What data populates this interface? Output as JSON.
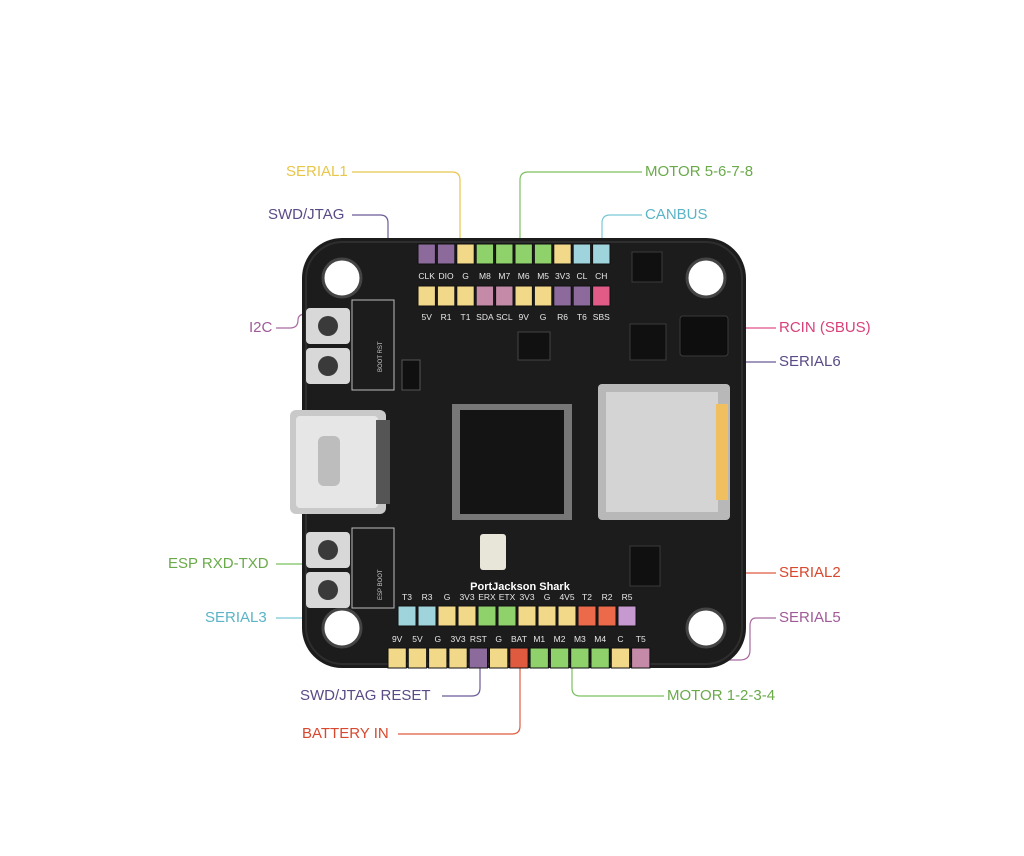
{
  "board_name": "PortJackson Shark",
  "colors": {
    "board": "#1c1c1c",
    "yellow": "#f2d98a",
    "green": "#8fd16a",
    "purple": "#8c6a9c",
    "pink": "#c48aa8",
    "cyan": "#9fd4dc",
    "red": "#e05a40",
    "orange": "#ec6a4a",
    "magenta": "#e25a86",
    "lightpurple": "#c69ad0"
  },
  "pins": {
    "top_outer": [
      "CLK",
      "DIO",
      "G",
      "M8",
      "M7",
      "M6",
      "M5",
      "3V3",
      "CL",
      "CH"
    ],
    "top_inner": [
      "5V",
      "R1",
      "T1",
      "SDA",
      "SCL",
      "9V",
      "G",
      "R6",
      "T6",
      "SBS"
    ],
    "bottom_inner": [
      "T3",
      "R3",
      "G",
      "3V3",
      "ERX",
      "ETX",
      "3V3",
      "G",
      "4V5",
      "T2",
      "R2",
      "R5"
    ],
    "bottom_outer": [
      "9V",
      "5V",
      "G",
      "3V3",
      "RST",
      "G",
      "BAT",
      "M1",
      "M2",
      "M3",
      "M4",
      "C",
      "T5"
    ]
  },
  "side_labels": {
    "top_buttons": "BOOT RST",
    "bottom_buttons": "ESP BOOT"
  },
  "callouts": {
    "serial1": "SERIAL1",
    "motor5678": "MOTOR 5-6-7-8",
    "swd_jtag": "SWD/JTAG",
    "canbus": "CANBUS",
    "i2c": "I2C",
    "rcin": "RCIN (SBUS)",
    "serial6": "SERIAL6",
    "esp": "ESP RXD-TXD",
    "serial2": "SERIAL2",
    "serial3": "SERIAL3",
    "serial5": "SERIAL5",
    "swd_reset": "SWD/JTAG RESET",
    "motor1234": "MOTOR 1-2-3-4",
    "battery": "BATTERY IN"
  }
}
